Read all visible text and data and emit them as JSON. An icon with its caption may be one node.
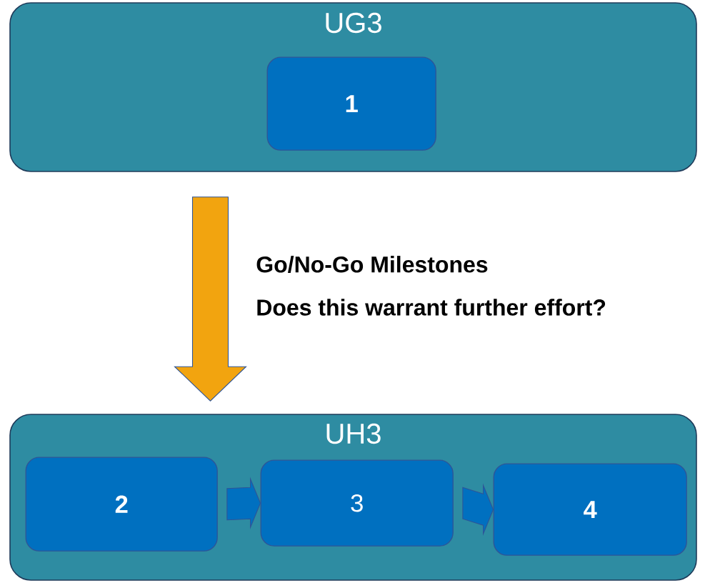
{
  "diagram": {
    "nodes": [
      {
        "text": [
          "UG3"
        ]
      },
      {
        "text": [
          "**1**"
        ],
        "in": 0
      },
      {
        "text": [
          "UH3"
        ]
      },
      {
        "text": [
          "**2**"
        ],
        "in": 2
      },
      {
        "text": [
          "3"
        ],
        "in": 2
      },
      {
        "text": [
          "**4**"
        ],
        "in": 2
      }
    ],
    "edges": [
      {
        "from": 0,
        "to": 2,
        "arrow": "to",
        "color": "#f2a40f"
      },
      {
        "from": 3,
        "to": 4,
        "arrow": "to"
      },
      {
        "from": 4,
        "to": 5,
        "arrow": "to"
      }
    ],
    "labels": [
      "Go/No-Go Milestones",
      "Does this warrant further effort?"
    ]
  }
}
